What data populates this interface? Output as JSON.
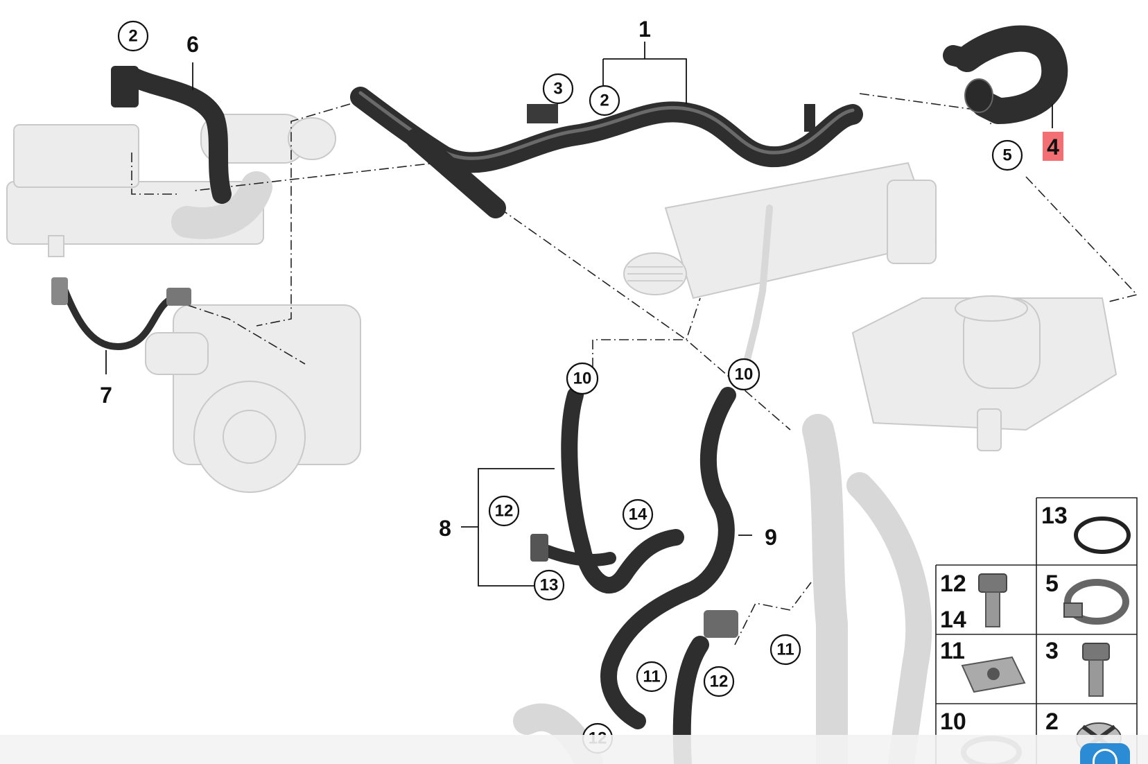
{
  "diagram": {
    "callouts": {
      "c1": "1",
      "c2a": "2",
      "c2b": "2",
      "c3": "3",
      "c4": "4",
      "c5": "5",
      "c6": "6",
      "c7": "7",
      "c8": "8",
      "c9": "9",
      "c10a": "10",
      "c10b": "10",
      "c11a": "11",
      "c11b": "11",
      "c12a": "12",
      "c12b": "12",
      "c12c": "12",
      "c13": "13",
      "c14": "14"
    },
    "highlight_color": "#f0575c"
  },
  "parts_grid": {
    "cells": [
      {
        "label": "13"
      },
      {
        "label": "12",
        "label2": "14"
      },
      {
        "label": "5"
      },
      {
        "label": "11"
      },
      {
        "label": "3"
      },
      {
        "label": "10"
      },
      {
        "label": "2"
      }
    ]
  }
}
